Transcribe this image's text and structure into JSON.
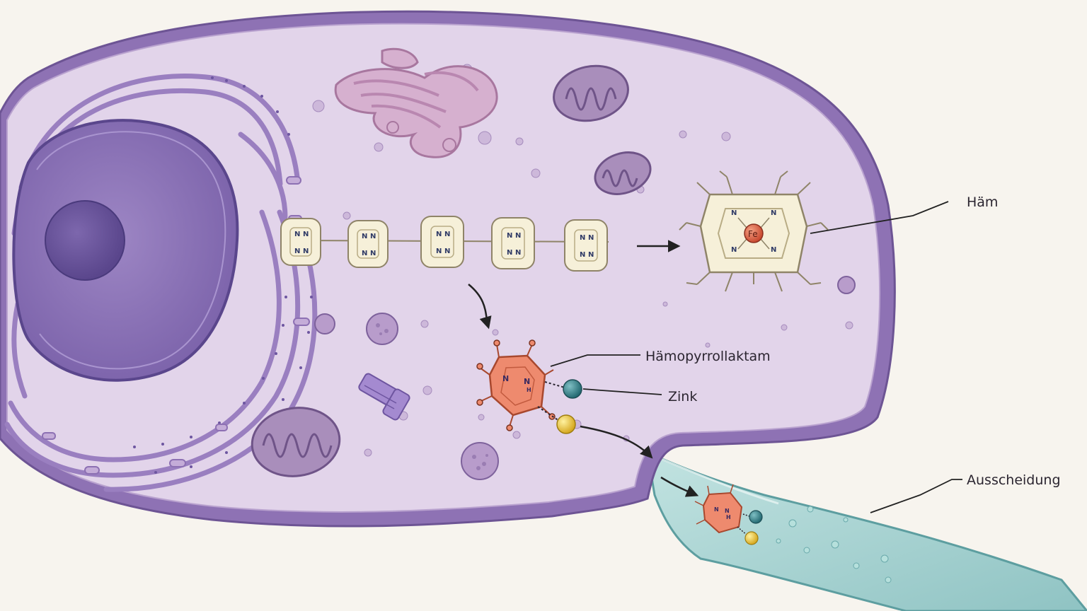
{
  "labels": {
    "heme": "Häm",
    "hemopyrrole_lactam": "Hämopyrrollaktam",
    "zinc": "Zink",
    "excretion": "Ausscheidung"
  },
  "atoms": {
    "nitrogen": "N",
    "iron": "Fe",
    "nh": "H"
  },
  "colors": {
    "cytoplasm": "#e2d4ea",
    "membrane": "#8e72b4",
    "nucleus": "#8a72b6",
    "nucleolus": "#65509a",
    "golgi": "#c99cc2",
    "mitochondria": "#9b80ae",
    "porphyrin": "#f6f0d9",
    "lactam": "#ee8a6e",
    "iron": "#e2694a",
    "zinc_teal": "#2f7f86",
    "zinc_yellow": "#e8c83a",
    "duct": "#a9d4d3"
  }
}
